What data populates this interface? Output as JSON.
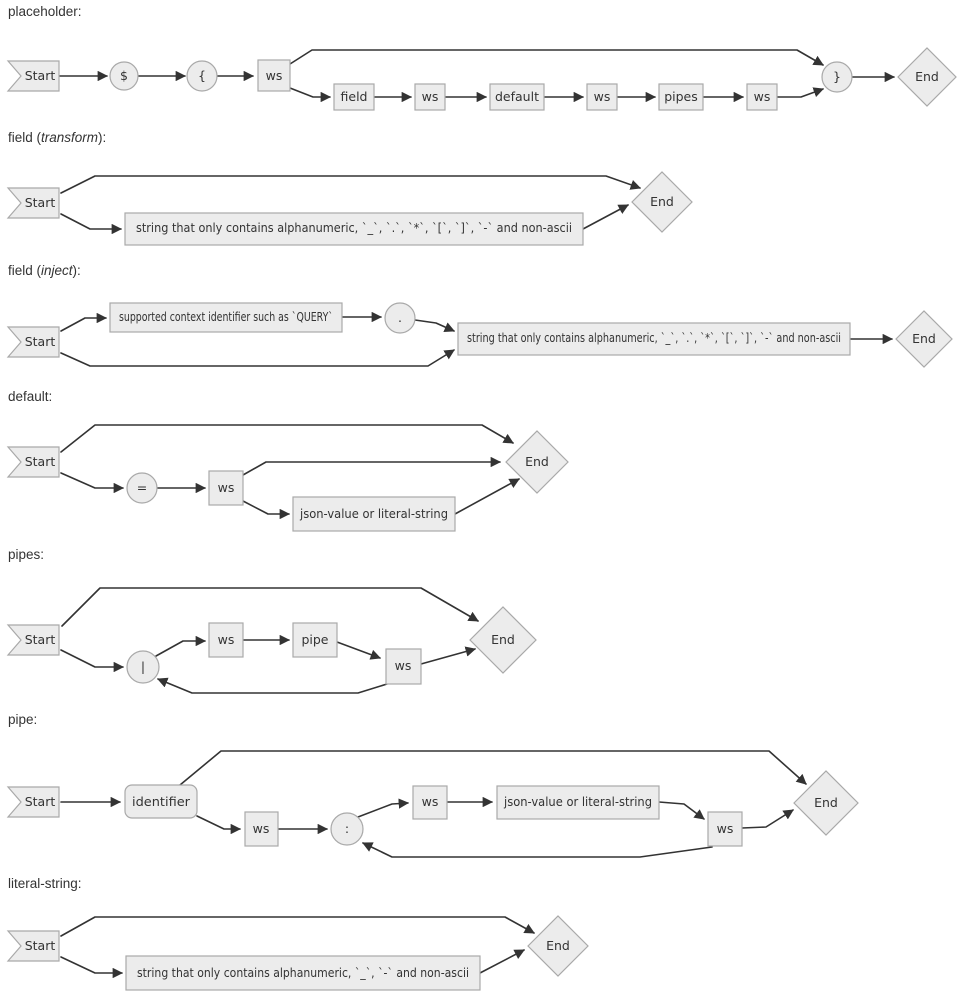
{
  "colors": {
    "node_fill": "#ececec",
    "node_border": "#a9a9a9",
    "line": "#333333",
    "text": "#333333",
    "background": "#ffffff"
  },
  "sections": [
    {
      "id": "placeholder",
      "title_pre": "placeholder:",
      "title_italic": "",
      "title_post": "",
      "nodes": {
        "start": "Start",
        "dollar": "$",
        "lbrace": "{",
        "ws1": "ws",
        "field": "field",
        "ws2": "ws",
        "default": "default",
        "ws3": "ws",
        "pipes": "pipes",
        "ws4": "ws",
        "rbrace": "}",
        "end": "End"
      }
    },
    {
      "id": "field-transform",
      "title_pre": "field (",
      "title_italic": "transform",
      "title_post": "):",
      "nodes": {
        "start": "Start",
        "string": "string that only contains alphanumeric, `_`, `.`, `*`, `[`, `]`, `-` and non-ascii",
        "end": "End"
      }
    },
    {
      "id": "field-inject",
      "title_pre": "field (",
      "title_italic": "inject",
      "title_post": "):",
      "nodes": {
        "start": "Start",
        "context": "supported context identifier such as `QUERY`",
        "dot": ".",
        "string": "string that only contains alphanumeric, `_`, `.`, `*`, `[`, `]`, `-` and non-ascii",
        "end": "End"
      }
    },
    {
      "id": "default",
      "title_pre": "default:",
      "title_italic": "",
      "title_post": "",
      "nodes": {
        "start": "Start",
        "equals": "=",
        "ws": "ws",
        "value": "json-value or literal-string",
        "end": "End"
      }
    },
    {
      "id": "pipes",
      "title_pre": "pipes:",
      "title_italic": "",
      "title_post": "",
      "nodes": {
        "start": "Start",
        "bar": "|",
        "ws1": "ws",
        "pipe": "pipe",
        "ws2": "ws",
        "end": "End"
      }
    },
    {
      "id": "pipe",
      "title_pre": "pipe:",
      "title_italic": "",
      "title_post": "",
      "nodes": {
        "start": "Start",
        "identifier": "identifier",
        "ws1": "ws",
        "colon": ":",
        "ws2": "ws",
        "value": "json-value or literal-string",
        "ws3": "ws",
        "end": "End"
      }
    },
    {
      "id": "literal-string",
      "title_pre": "literal-string:",
      "title_italic": "",
      "title_post": "",
      "nodes": {
        "start": "Start",
        "string": "string that only contains alphanumeric, `_`, `-` and non-ascii",
        "end": "End"
      }
    }
  ]
}
